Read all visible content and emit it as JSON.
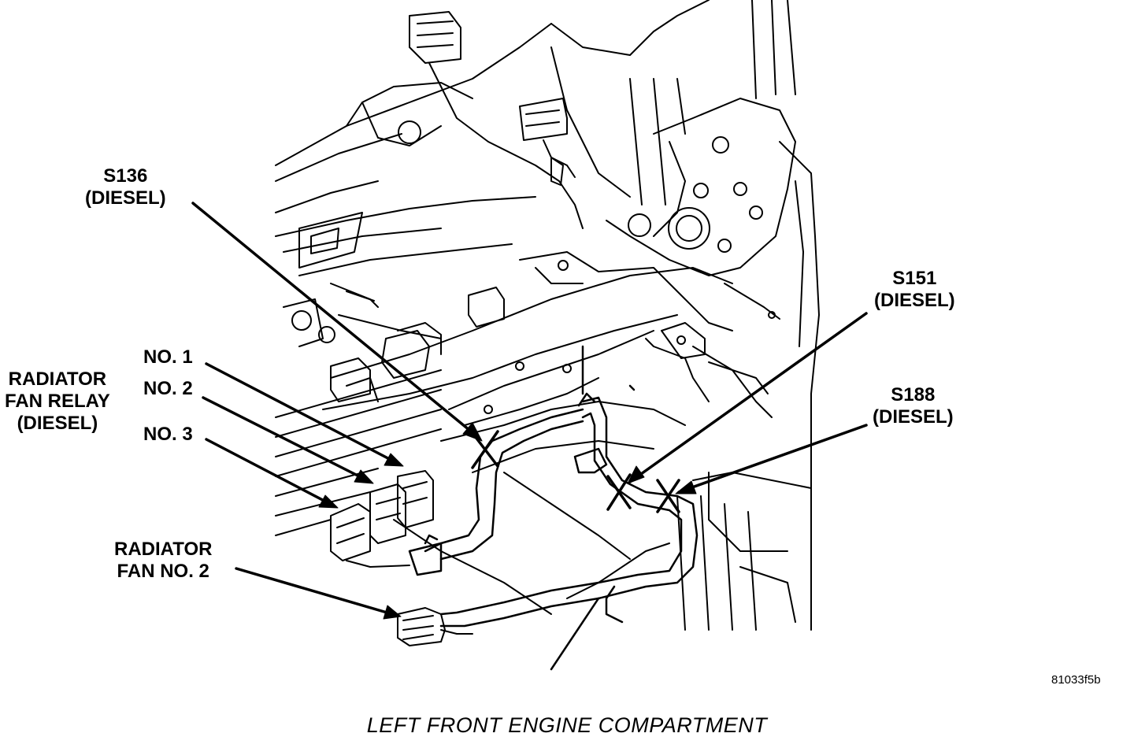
{
  "labels": {
    "s136": {
      "line1": "S136",
      "line2": "(DIESEL)"
    },
    "s151": {
      "line1": "S151",
      "line2": "(DIESEL)"
    },
    "s188": {
      "line1": "S188",
      "line2": "(DIESEL)"
    },
    "radiator_fan_relay": {
      "line1": "RADIATOR",
      "line2": "FAN RELAY",
      "line3": "(DIESEL)"
    },
    "no1": "NO. 1",
    "no2": "NO. 2",
    "no3": "NO. 3",
    "radiator_fan_no2": {
      "line1": "RADIATOR",
      "line2": "FAN NO. 2"
    }
  },
  "figure_id": "81033f5b",
  "caption": "LEFT FRONT ENGINE COMPARTMENT"
}
